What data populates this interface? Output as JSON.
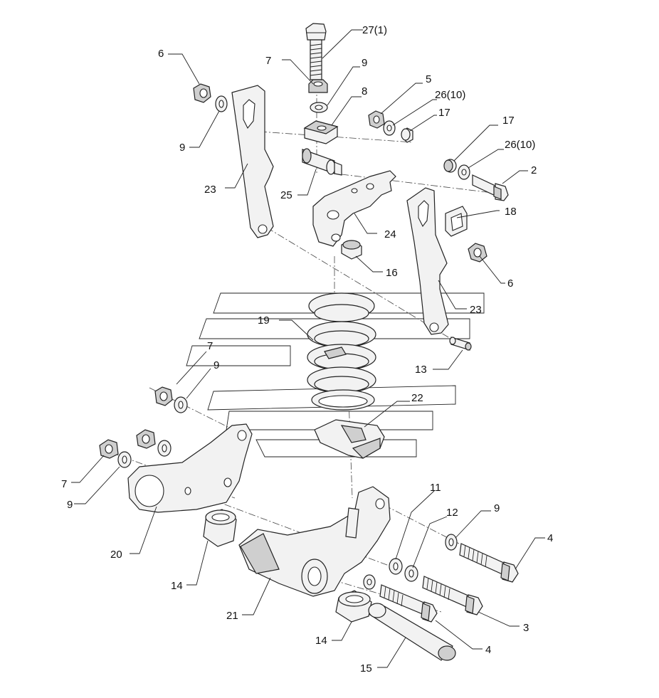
{
  "labels": {
    "l27": "27(1)",
    "l7a": "7",
    "l9a": "9",
    "l6a": "6",
    "l8": "8",
    "l9b": "9",
    "l5": "5",
    "l26a": "26(10)",
    "l17a": "17",
    "l17b": "17",
    "l26b": "26(10)",
    "l2": "2",
    "l18": "18",
    "l23a": "23",
    "l25": "25",
    "l24": "24",
    "l6b": "6",
    "l16": "16",
    "l23b": "23",
    "l19": "19",
    "l7b": "7",
    "l9c": "9",
    "l13": "13",
    "l22": "22",
    "l7c": "7",
    "l9d": "9",
    "l20": "20",
    "l11": "11",
    "l12": "12",
    "l9e": "9",
    "l4a": "4",
    "l14a": "14",
    "l21": "21",
    "l3": "3",
    "l14b": "14",
    "l4b": "4",
    "l15": "15"
  },
  "colors": {
    "line": "#222222",
    "fill": "#f2f2f2",
    "shade": "#cfcfcf"
  }
}
